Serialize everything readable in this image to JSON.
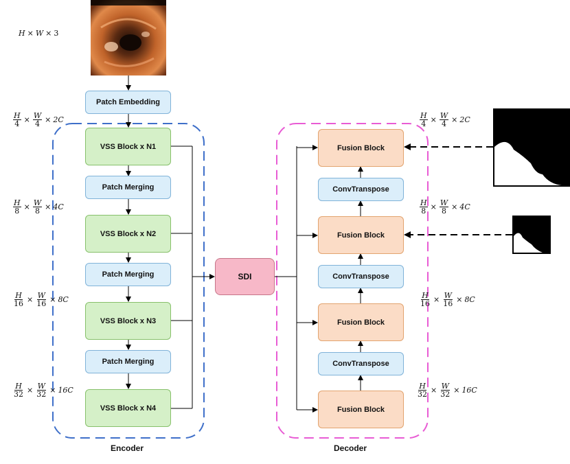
{
  "input_dim": {
    "h": "H",
    "w": "W",
    "c": "3"
  },
  "encoder": {
    "label": "Encoder",
    "patch_embedding": "Patch Embedding",
    "blocks": [
      "VSS Block x N1",
      "VSS Block x N2",
      "VSS Block x N3",
      "VSS Block x N4"
    ],
    "merging": [
      "Patch Merging",
      "Patch Merging",
      "Patch Merging"
    ],
    "dims": [
      {
        "num1": "H",
        "den1": "4",
        "num2": "W",
        "den2": "4",
        "ch": "2C"
      },
      {
        "num1": "H",
        "den1": "8",
        "num2": "W",
        "den2": "8",
        "ch": "4C"
      },
      {
        "num1": "H",
        "den1": "16",
        "num2": "W",
        "den2": "16",
        "ch": "8C"
      },
      {
        "num1": "H",
        "den1": "32",
        "num2": "W",
        "den2": "32",
        "ch": "16C"
      }
    ]
  },
  "sdi": {
    "label": "SDI"
  },
  "decoder": {
    "label": "Decoder",
    "fusion": [
      "Fusion Block",
      "Fusion Block",
      "Fusion Block",
      "Fusion Block"
    ],
    "convtranspose": [
      "ConvTranspose",
      "ConvTranspose",
      "ConvTranspose"
    ],
    "dims": [
      {
        "num1": "H",
        "den1": "4",
        "num2": "W",
        "den2": "4",
        "ch": "2C"
      },
      {
        "num1": "H",
        "den1": "8",
        "num2": "W",
        "den2": "8",
        "ch": "4C"
      },
      {
        "num1": "H",
        "den1": "16",
        "num2": "W",
        "den2": "16",
        "ch": "8C"
      },
      {
        "num1": "H",
        "den1": "32",
        "num2": "W",
        "den2": "32",
        "ch": "16C"
      }
    ]
  },
  "colors": {
    "encoder_border": "#3e6fc9",
    "decoder_border": "#e85bd4",
    "patch_blue": "#dbeefa",
    "vss_green": "#d5f0c8",
    "fusion_orange": "#fbdcc6",
    "sdi_pink": "#f7b8c8"
  }
}
